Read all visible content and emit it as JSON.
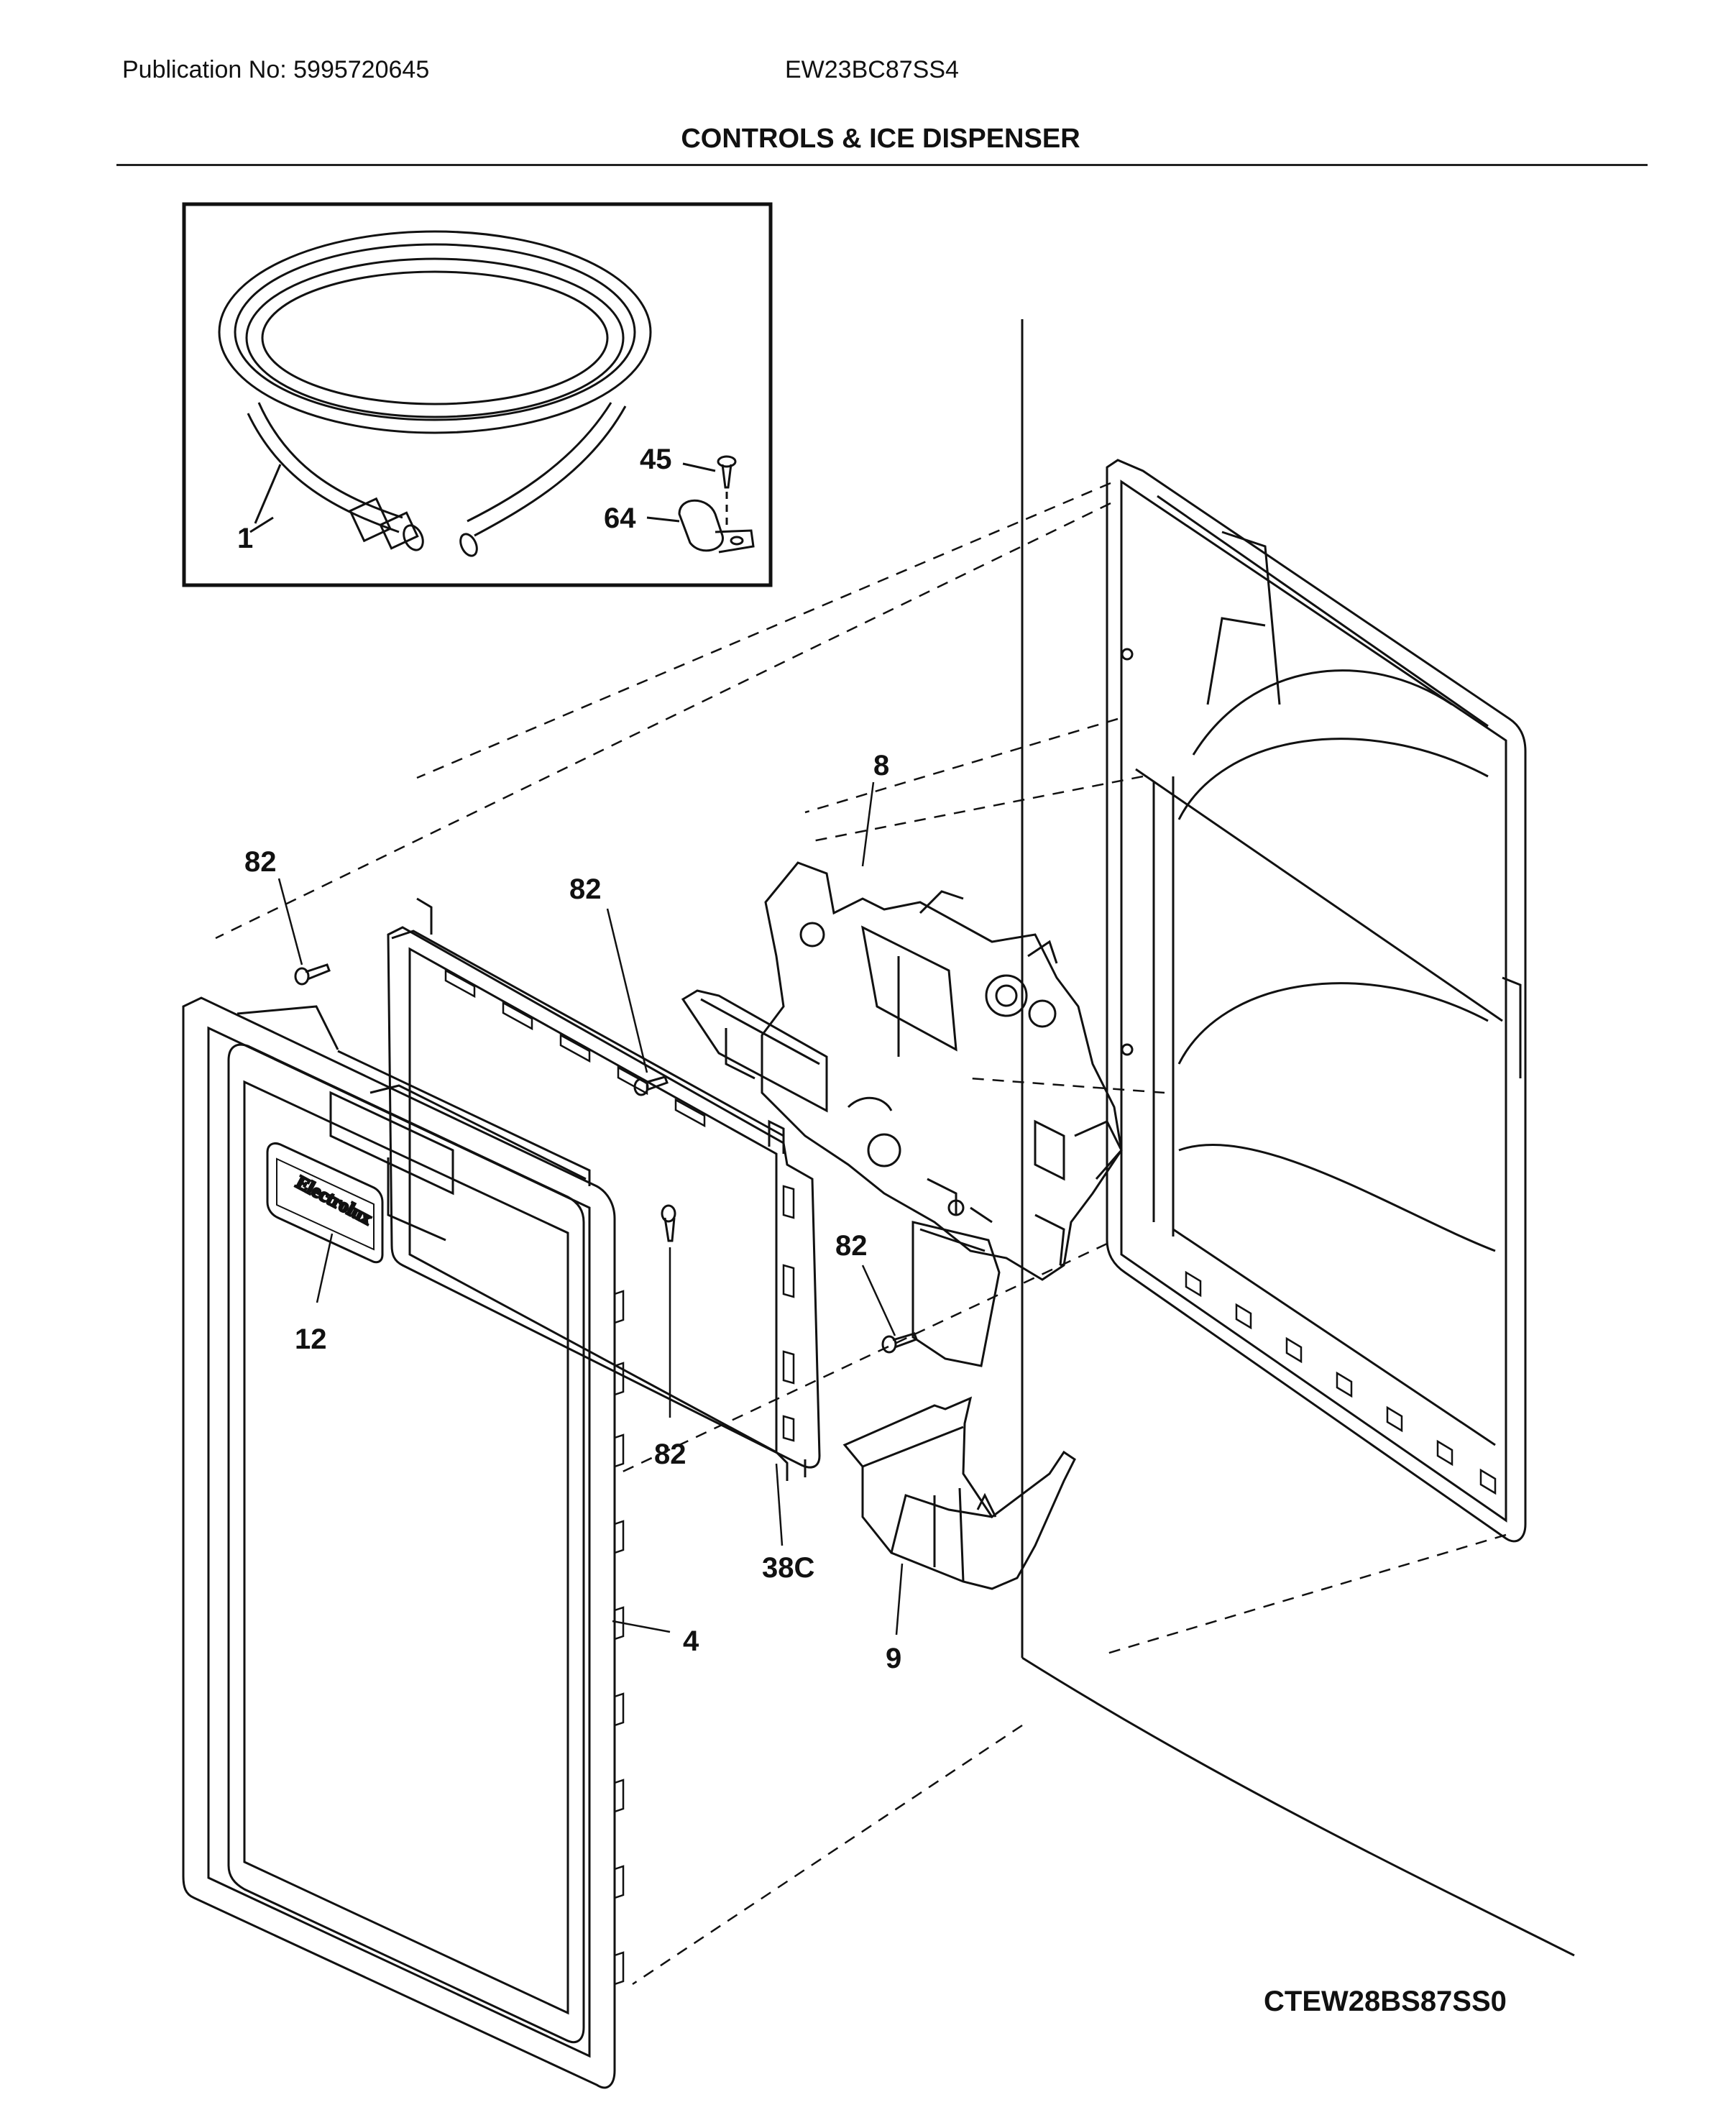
{
  "header": {
    "publication": "Publication No: 5995720645",
    "model": "EW23BC87SS4",
    "section_title": "CONTROLS & ICE DISPENSER"
  },
  "footer": {
    "diagram_code": "CTEW28BS87SS0"
  },
  "inset_parts": {
    "tubing": "1",
    "screw": "45",
    "clamp": "64"
  },
  "parts": {
    "housing": "8",
    "screw_left": "82",
    "screw_mid": "82",
    "screw_right": "82",
    "screw_lower": "82",
    "nameplate": "12",
    "control_board": "38C",
    "frame": "4",
    "ice_chute": "9"
  }
}
